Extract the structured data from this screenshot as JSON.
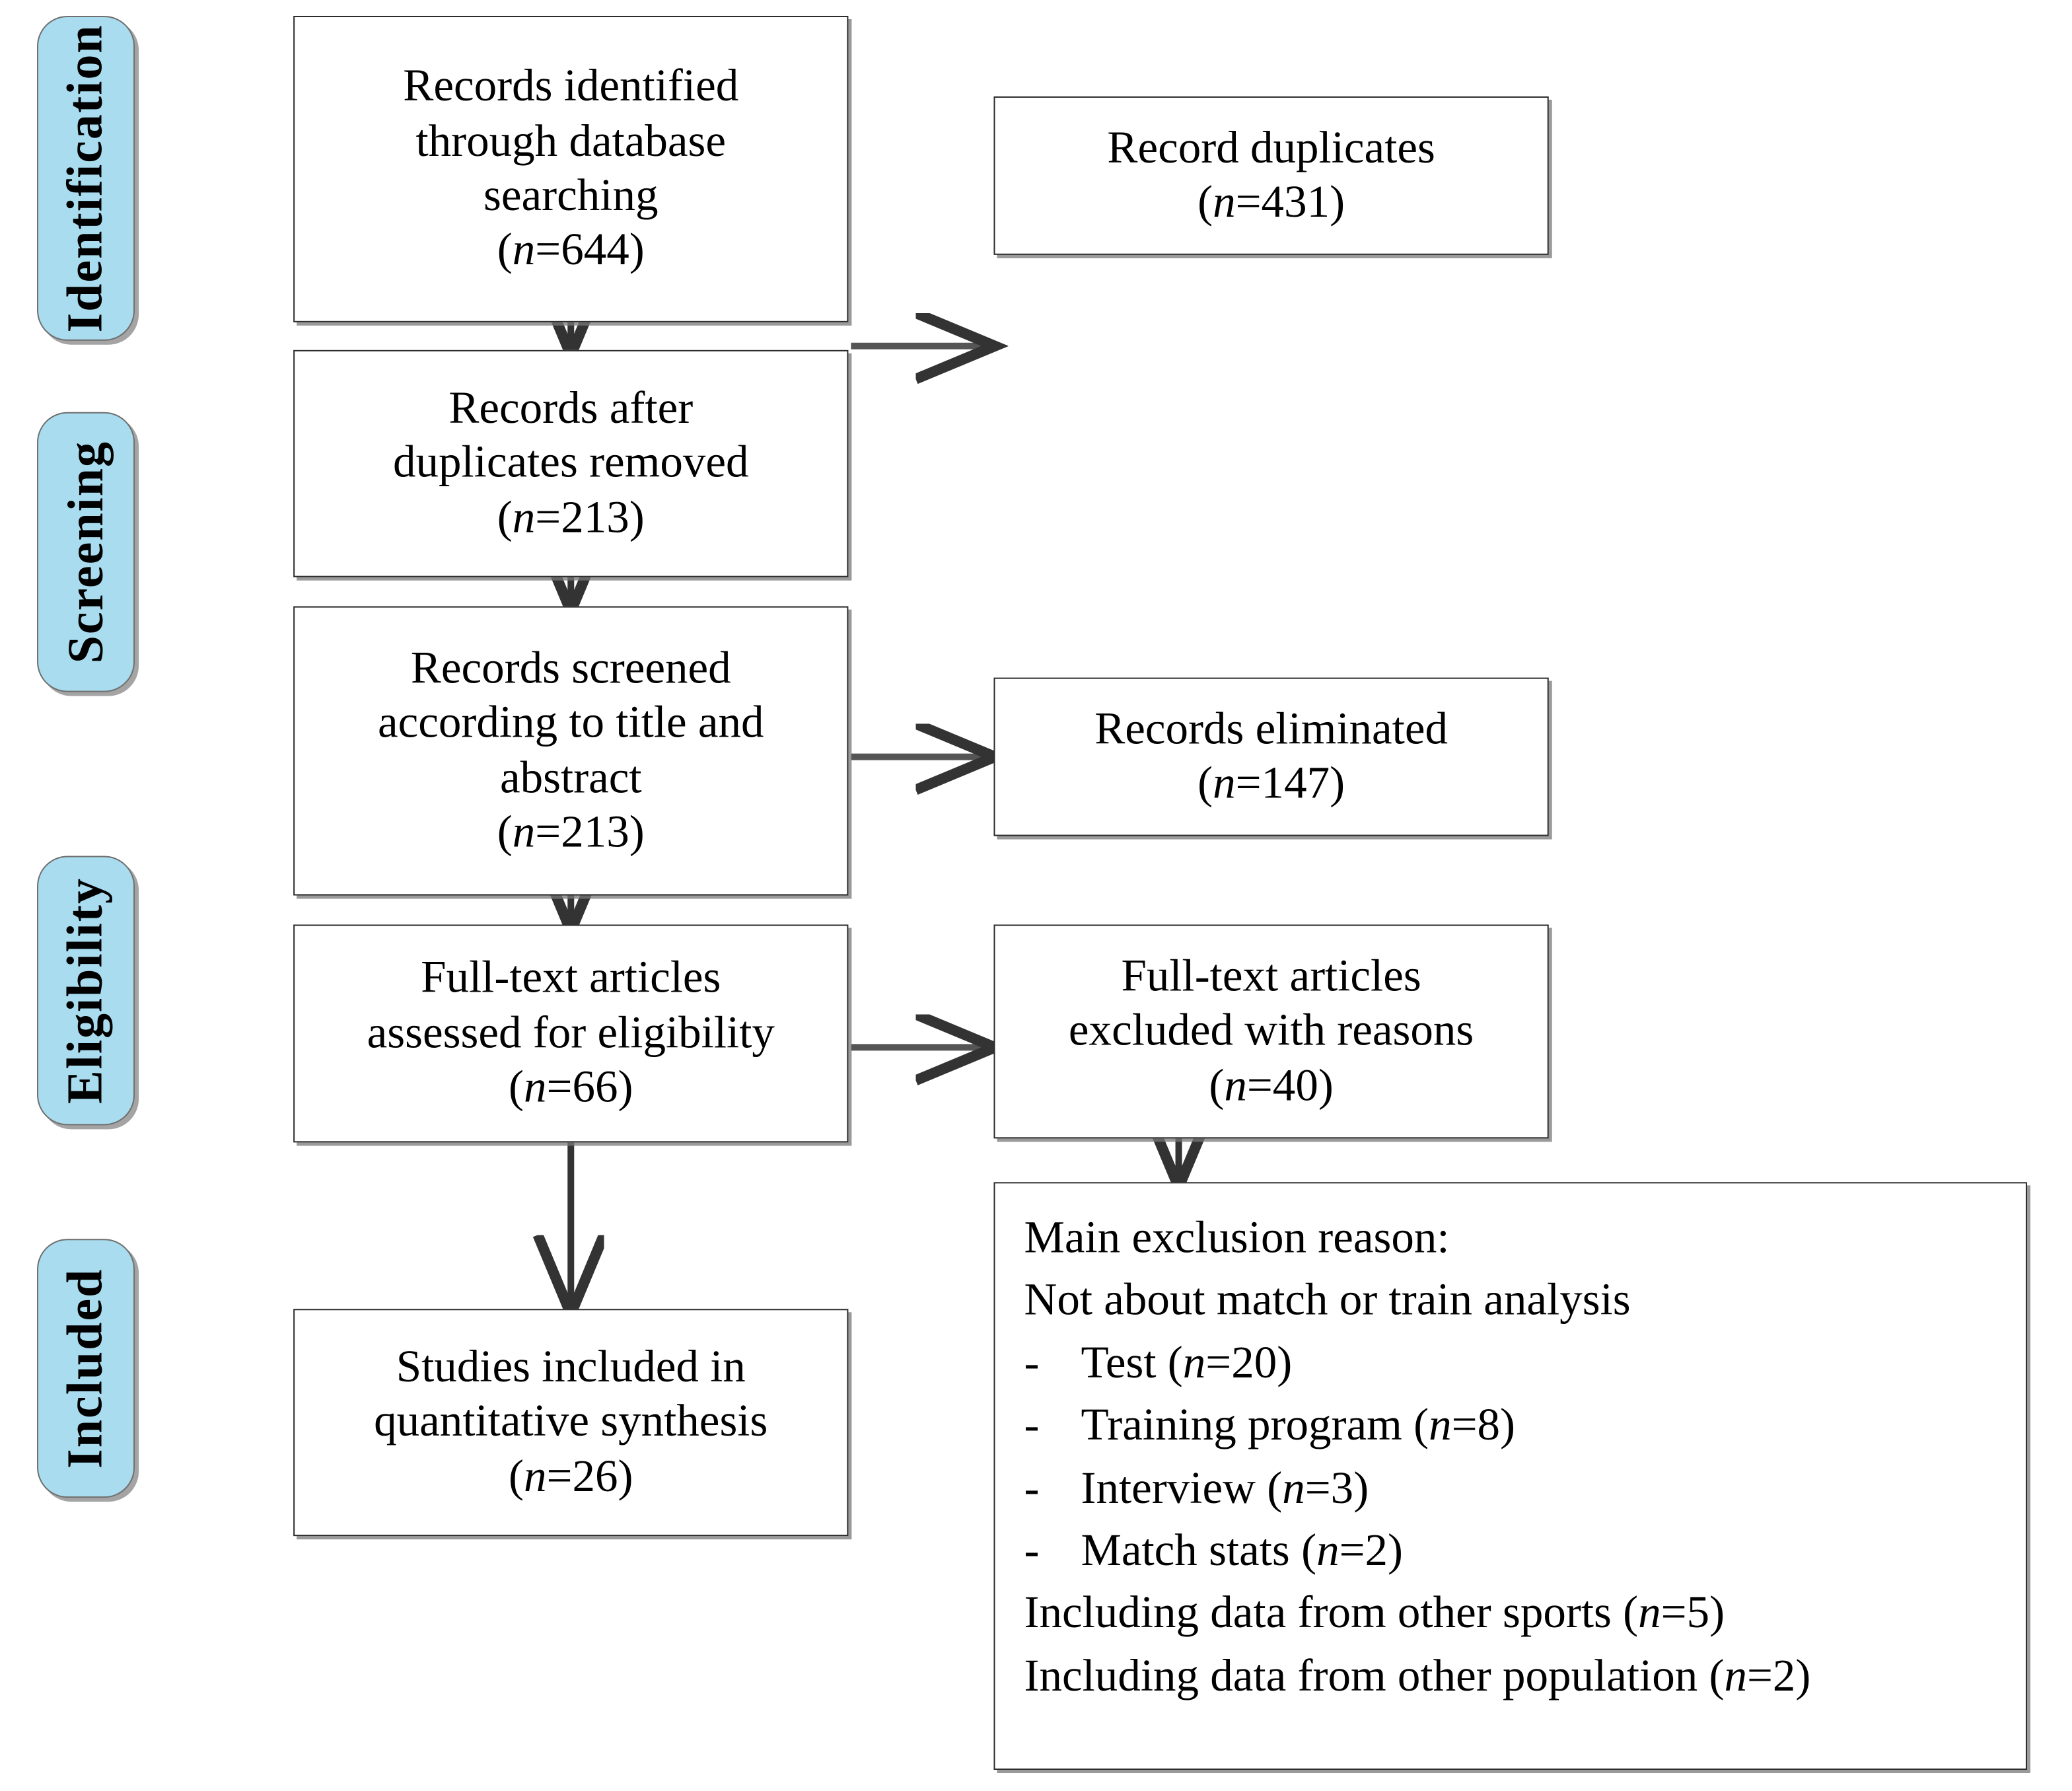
{
  "diagram": {
    "type": "prisma-flow-diagram",
    "stages": [
      {
        "id": "identification",
        "label": "Identification"
      },
      {
        "id": "screening",
        "label": "Screening"
      },
      {
        "id": "eligibility",
        "label": "Eligibility"
      },
      {
        "id": "included",
        "label": "Included"
      }
    ],
    "boxes": {
      "records_identified": {
        "lines": [
          "Records identified",
          "through database",
          "searching"
        ],
        "count_prefix": "(",
        "count_n": "n",
        "count_eq": "=644)",
        "count_value": 644
      },
      "record_duplicates": {
        "lines": [
          "Record duplicates"
        ],
        "count_prefix": "(",
        "count_n": "n",
        "count_eq": "=431)",
        "count_value": 431
      },
      "records_after_duplicates": {
        "lines": [
          "Records after",
          "duplicates removed"
        ],
        "count_prefix": "(",
        "count_n": "n",
        "count_eq": "=213)",
        "count_value": 213
      },
      "records_screened": {
        "lines": [
          "Records screened",
          "according to title and",
          "abstract"
        ],
        "count_prefix": "(",
        "count_n": "n",
        "count_eq": "=213)",
        "count_value": 213
      },
      "records_eliminated": {
        "lines": [
          "Records eliminated"
        ],
        "count_prefix": "(",
        "count_n": "n",
        "count_eq": "=147)",
        "count_value": 147
      },
      "fulltext_assessed": {
        "lines": [
          "Full-text articles",
          "assessed for eligibility"
        ],
        "count_prefix": "(",
        "count_n": "n",
        "count_eq": "=66)",
        "count_value": 66
      },
      "fulltext_excluded": {
        "lines": [
          "Full-text articles",
          "excluded with reasons"
        ],
        "count_prefix": "(",
        "count_n": "n",
        "count_eq": "=40)",
        "count_value": 40
      },
      "studies_included": {
        "lines": [
          "Studies included in",
          "quantitative synthesis"
        ],
        "count_prefix": "(",
        "count_n": "n",
        "count_eq": "=26)",
        "count_value": 26
      },
      "exclusion_reasons": {
        "heading": "Main exclusion reason:",
        "subheading": "Not about match or train analysis",
        "bullet_marker": "-",
        "bullets": [
          {
            "label": "Test ",
            "n": "n",
            "eq": "=20)",
            "open": "(",
            "value": 20
          },
          {
            "label": "Training program ",
            "n": "n",
            "eq": "=8)",
            "open": "(",
            "value": 8
          },
          {
            "label": "Interview ",
            "n": "n",
            "eq": "=3)",
            "open": "(",
            "value": 3
          },
          {
            "label": "Match stats ",
            "n": "n",
            "eq": "=2)",
            "open": "(",
            "value": 2
          }
        ],
        "footers": [
          {
            "label": "Including data from other sports ",
            "n": "n",
            "eq": "=5)",
            "open": "(",
            "value": 5
          },
          {
            "label": "Including data from other population ",
            "n": "n",
            "eq": "=2)",
            "open": "(",
            "value": 2
          }
        ]
      }
    },
    "colors": {
      "stage_fill": "#a8dcee",
      "stage_border": "#6f6f6f",
      "box_border": "#2b2b2b",
      "connector": "#333333",
      "background": "#ffffff"
    }
  }
}
